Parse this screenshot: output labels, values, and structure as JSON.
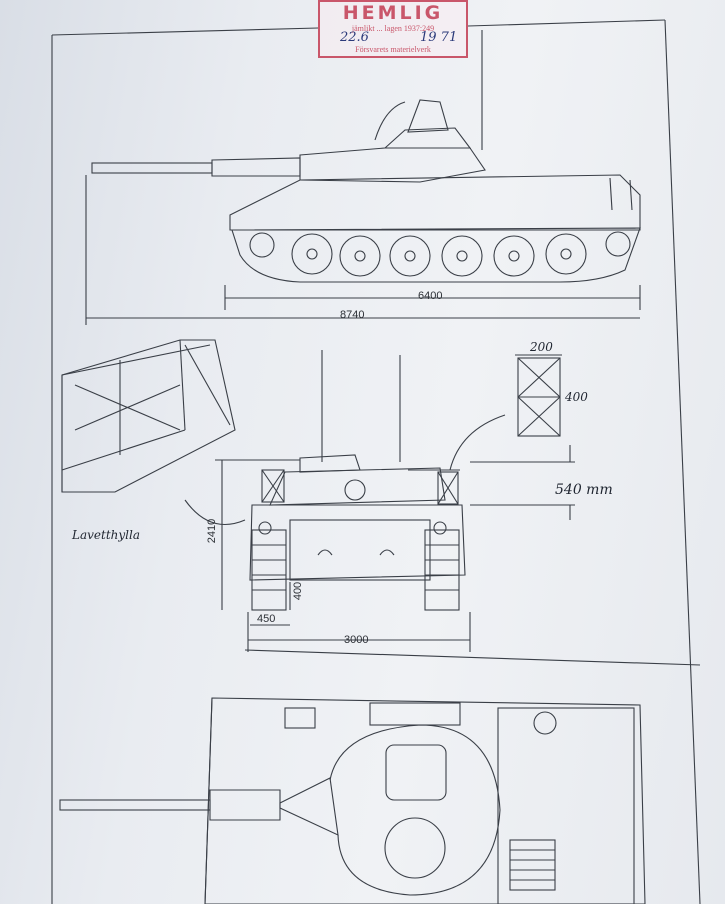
{
  "stamp": {
    "title": "HEMLIG",
    "line1": "jämlikt ... lagen 1937:249",
    "date_day": "22.6",
    "date_year": "19 71",
    "line2": "Försvarets materielverk"
  },
  "dimensions": {
    "hull_length": "6400",
    "total_length": "8740",
    "height": "2410",
    "track_width": "450",
    "ground_clearance": "400",
    "total_width": "3000",
    "box_width": "200",
    "box_height": "400",
    "gap": "540 mm"
  },
  "annotations": {
    "shelf_label": "Lavetthylla"
  },
  "colors": {
    "stamp_red": "#c9566a",
    "ink": "#2c3036"
  }
}
